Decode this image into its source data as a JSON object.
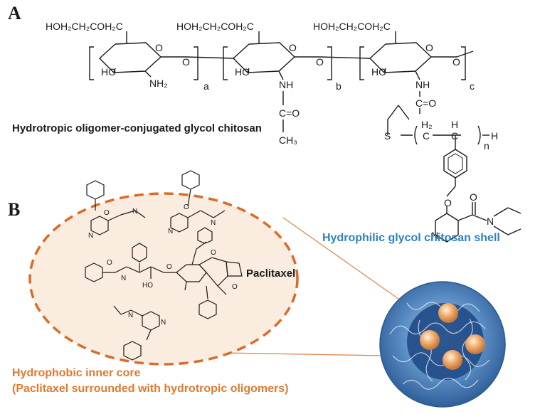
{
  "panels": {
    "a": "A",
    "b": "B"
  },
  "chitosan": {
    "title": "Hydrotropic oligomer-conjugated glycol chitosan",
    "side_chain": "HOH₂CH₂COH₂C",
    "hydroxyl": "HO",
    "amine": "NH₂",
    "nh": "NH",
    "carbonyl": "C=O",
    "methyl": "CH₃",
    "ring_o": "O",
    "link_o": "O",
    "sub_a": "a",
    "sub_b": "b",
    "sub_c": "c",
    "sub_n": "n",
    "sulfur": "S",
    "ch2": "H₂",
    "h": "H",
    "c": "C",
    "n_atom": "N",
    "o_atom": "O"
  },
  "labels": {
    "shell": "Hydrophilic glycol chitosan shell",
    "drug": "Paclitaxel",
    "core_line1": "Hydrophobic inner core",
    "core_line2": "(Paclitaxel surrounded with hydrotropic oligomers)"
  },
  "colors": {
    "text": "#1a1a1a",
    "shell_text": "#2f80c0",
    "core_text": "#e07a2e",
    "core_dashes": "#d96c28",
    "core_fill": "#fbece0",
    "nanoparticle": "#3d70a8",
    "nanoparticle_core": "#1f4a86",
    "drug_sphere": "#f0a96a"
  }
}
